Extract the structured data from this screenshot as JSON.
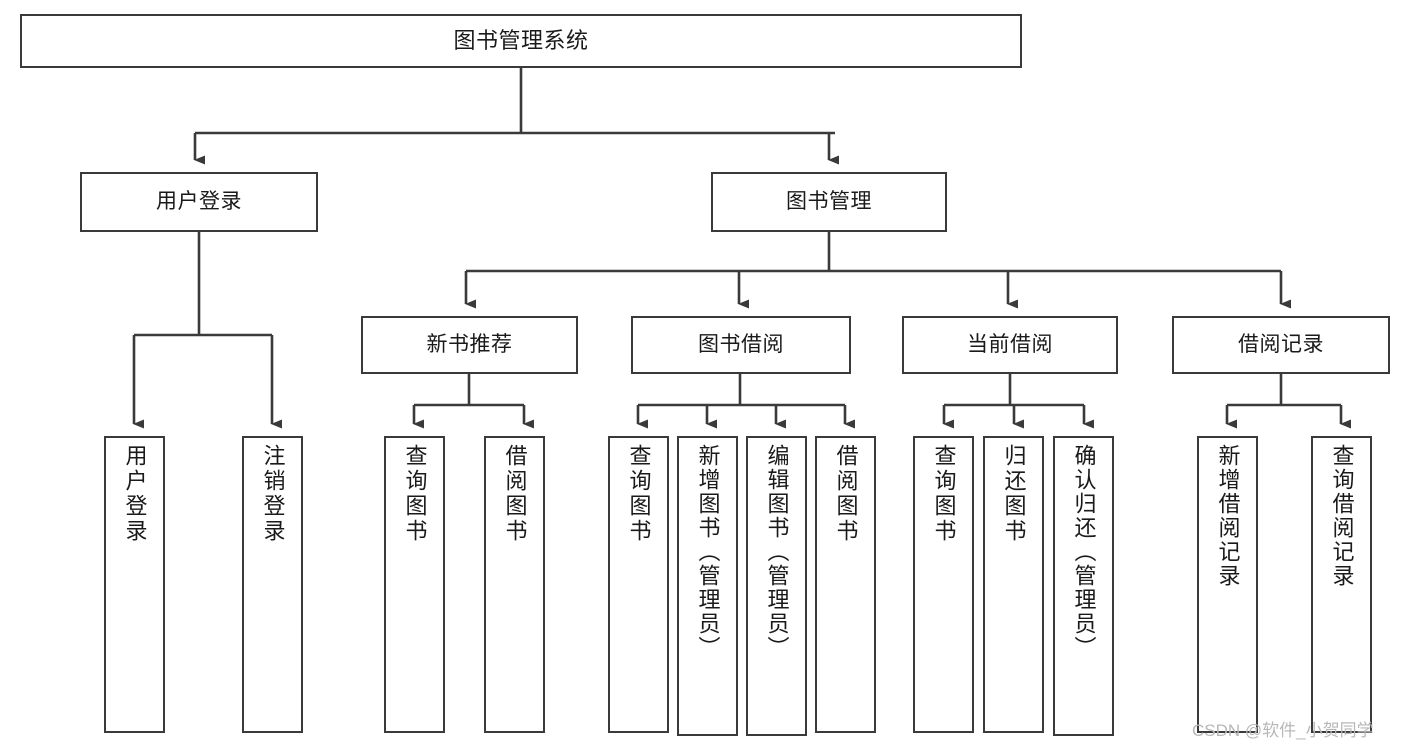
{
  "diagram": {
    "title": "图书管理系统",
    "type": "tree-hierarchy",
    "watermark": "CSDN @软件_小贺同学",
    "colors": {
      "stroke": "#3a3a3a",
      "fill": "#ffffff",
      "text": "#1a1a1a",
      "watermark": "#b8b8b8"
    },
    "nodes": {
      "root": {
        "label": "图书管理系统"
      },
      "level2": [
        {
          "id": "user-login",
          "label": "用户登录"
        },
        {
          "id": "book-manage",
          "label": "图书管理"
        }
      ],
      "level3": [
        {
          "id": "new-book-recommend",
          "label": "新书推荐"
        },
        {
          "id": "book-borrow",
          "label": "图书借阅"
        },
        {
          "id": "current-borrow",
          "label": "当前借阅"
        },
        {
          "id": "borrow-record",
          "label": "借阅记录"
        }
      ],
      "leaves": {
        "user-login": [
          {
            "id": "leaf-user-login",
            "label": "用户登录"
          },
          {
            "id": "leaf-user-logout",
            "label": "注销登录"
          }
        ],
        "new-book-recommend": [
          {
            "id": "leaf-query-book-1",
            "label": "查询图书"
          },
          {
            "id": "leaf-borrow-book-1",
            "label": "借阅图书"
          }
        ],
        "book-borrow": [
          {
            "id": "leaf-query-book-2",
            "label": "查询图书"
          },
          {
            "id": "leaf-add-book",
            "label": "新增图书（管理员）"
          },
          {
            "id": "leaf-edit-book",
            "label": "编辑图书（管理员）"
          },
          {
            "id": "leaf-borrow-book-2",
            "label": "借阅图书"
          }
        ],
        "current-borrow": [
          {
            "id": "leaf-query-book-3",
            "label": "查询图书"
          },
          {
            "id": "leaf-return-book",
            "label": "归还图书"
          },
          {
            "id": "leaf-confirm-return",
            "label": "确认归还（管理员）"
          }
        ],
        "borrow-record": [
          {
            "id": "leaf-add-record",
            "label": "新增借阅记录"
          },
          {
            "id": "leaf-query-record",
            "label": "查询借阅记录"
          }
        ]
      }
    }
  }
}
